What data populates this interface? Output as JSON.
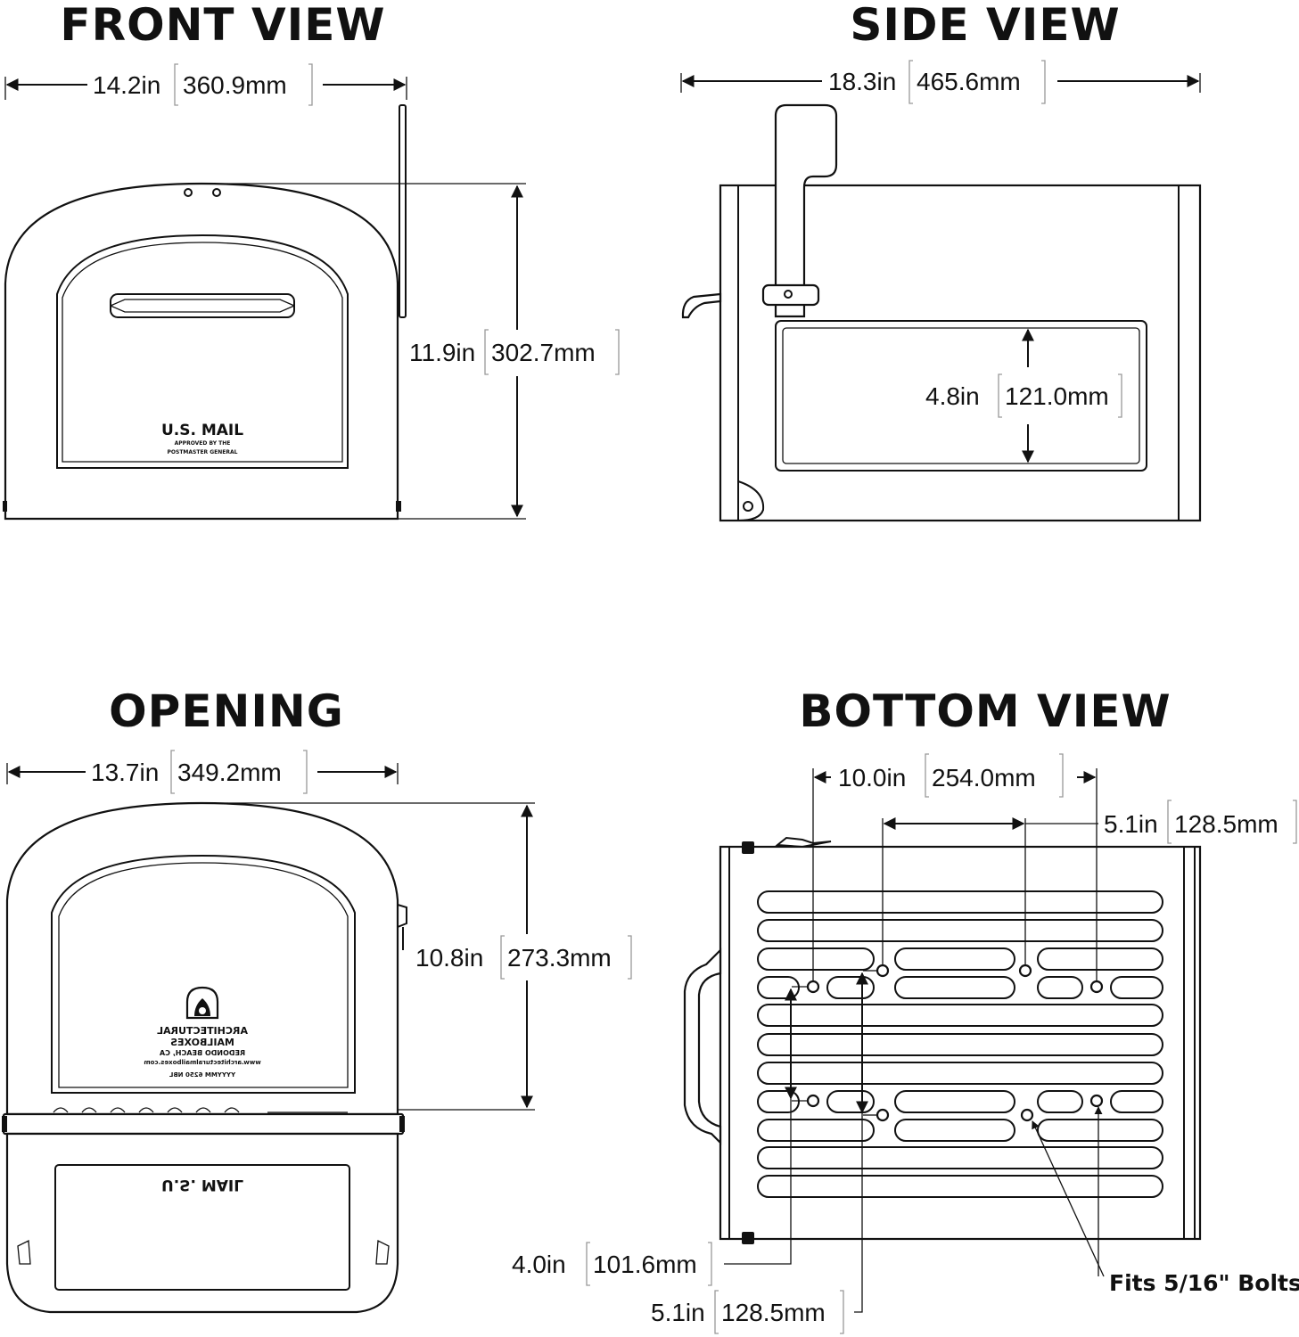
{
  "views": {
    "front": {
      "title": "FRONT VIEW"
    },
    "side": {
      "title": "SIDE VIEW"
    },
    "opening": {
      "title": "OPENING"
    },
    "bottom": {
      "title": "BOTTOM VIEW"
    }
  },
  "dimensions": {
    "front_width": {
      "in": "14.2in",
      "mm": "360.9mm"
    },
    "front_height": {
      "in": "11.9in",
      "mm": "302.7mm"
    },
    "side_depth": {
      "in": "18.3in",
      "mm": "465.6mm"
    },
    "side_plate_height": {
      "in": "4.8in",
      "mm": "121.0mm"
    },
    "opening_width": {
      "in": "13.7in",
      "mm": "349.2mm"
    },
    "opening_height": {
      "in": "10.8in",
      "mm": "273.3mm"
    },
    "bottom_hole_span": {
      "in": "10.0in",
      "mm": "254.0mm"
    },
    "bottom_hole_span_inner": {
      "in": "5.1in",
      "mm": "128.5mm"
    },
    "bottom_row_spacing": {
      "in": "4.0in",
      "mm": "101.6mm"
    },
    "bottom_row_spacing_inner": {
      "in": "5.1in",
      "mm": "128.5mm"
    }
  },
  "labels": {
    "door_plate": "U.S. MAIL",
    "door_plate_sub1": "APPROVED BY THE",
    "door_plate_sub2": "POSTMASTER GENERAL",
    "maker_1": "ARCHITECTURAL",
    "maker_2": "MAILBOXES",
    "maker_3": "REDONDO BEACH, CA",
    "maker_4": "www.architecturalmailboxes.com",
    "maker_5": "YYYYMM    6250    NBL",
    "bolts_note": "Fits 5/16\" Bolts"
  }
}
